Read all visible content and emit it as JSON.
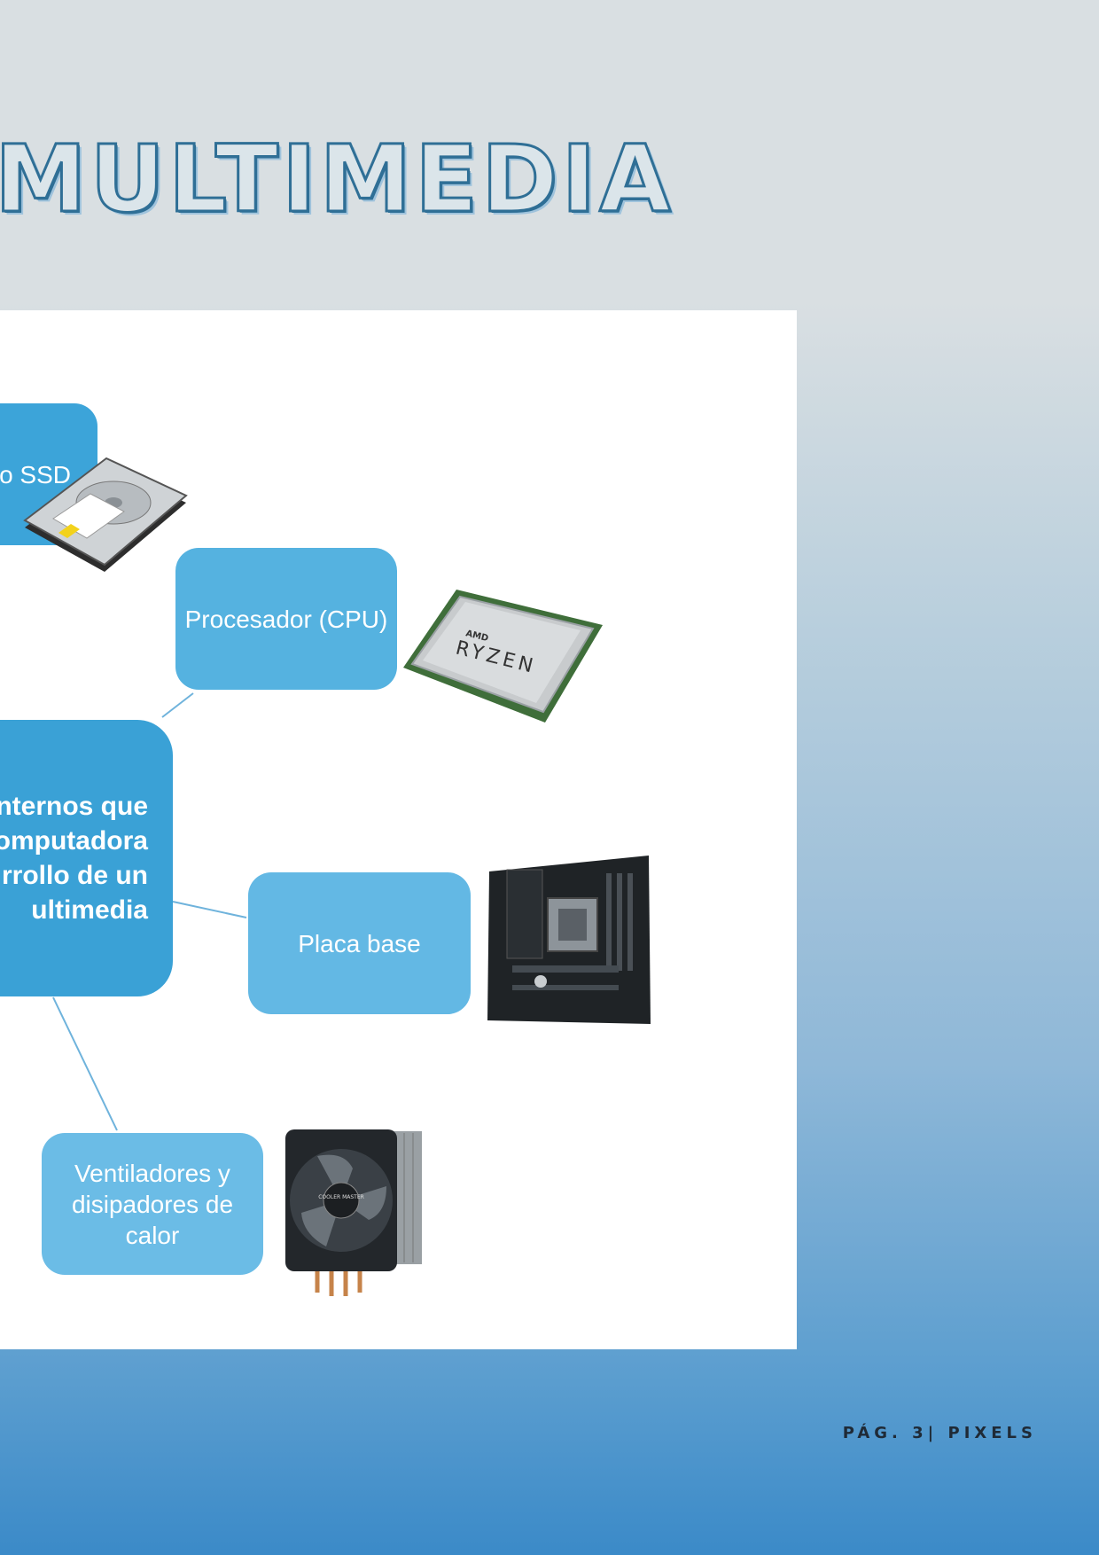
{
  "title": "MULTIMEDIA",
  "diagram": {
    "center": "internos que\nomputadora\nrrollo de un\nultimedia",
    "nodes": {
      "ssd": "o SSD",
      "cpu": "Procesador (CPU)",
      "placa": "Placa base",
      "vent": "Ventiladores y\ndisipadores de\ncalor"
    },
    "image_labels": {
      "cpu_brand": "AMD",
      "cpu_model": "RYZEN",
      "fan_brand": "COOLER MASTER"
    }
  },
  "footer": {
    "page": "PÁG. 3| PIXELS"
  },
  "colors": {
    "node_dark": "#3aa1d6",
    "node_light": "#6bbce6",
    "title_stroke": "#2f6f96",
    "connector": "#6fb3dc"
  }
}
